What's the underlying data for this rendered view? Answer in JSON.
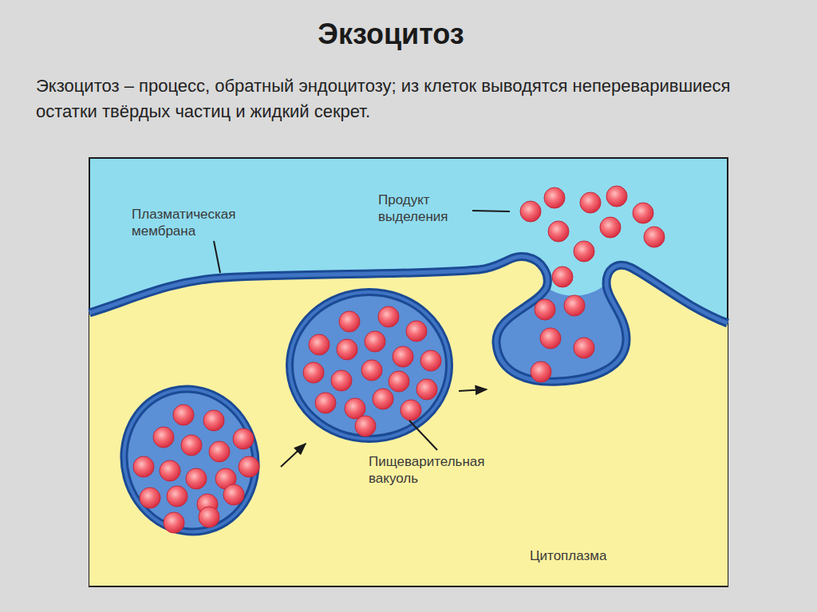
{
  "diagram": {
    "title": "Экзоцитоз",
    "caption": "Экзоцитоз – процесс, обратный эндоцитозу; из клеток выводятся непереварившиеся остатки твёрдых частиц и жидкий секрет.",
    "labels": [
      "Плазматическая мембрана",
      "Продукт выделения",
      "Пищеварительная вакуоль",
      "Цитоплазма"
    ]
  }
}
